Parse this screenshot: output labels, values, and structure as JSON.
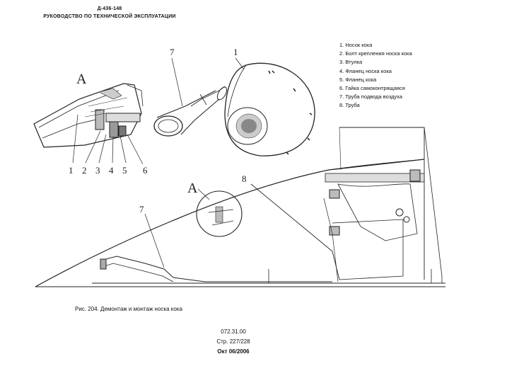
{
  "header": {
    "doc_code": "Д-436-148",
    "doc_title": "РУКОВОДСТВО ПО ТЕХНИЧЕСКОЙ ЭКСПЛУАТАЦИИ"
  },
  "legend": [
    "1. Носок кока",
    "2. Болт крепления носка кока",
    "3. Втулка",
    "4. Фланец носка кока",
    "5. Фланец кока",
    "6. Гайка самоконтрящаяся",
    "7. Труба подвода воздуха",
    "8. Труба"
  ],
  "drawing": {
    "detail_label": "A",
    "detail_label_main": "A",
    "detail_numbers": [
      "1",
      "2",
      "3",
      "4",
      "5",
      "6"
    ],
    "part_7_label": "7",
    "part_1_label": "1",
    "main_7_label": "7",
    "main_8_label": "8"
  },
  "caption": "Рис. 204. Демонтаж и монтаж носка кока",
  "footer": {
    "code": "072.31.00",
    "page": "Стр. 227/228",
    "date": "Окт 06/2006"
  }
}
